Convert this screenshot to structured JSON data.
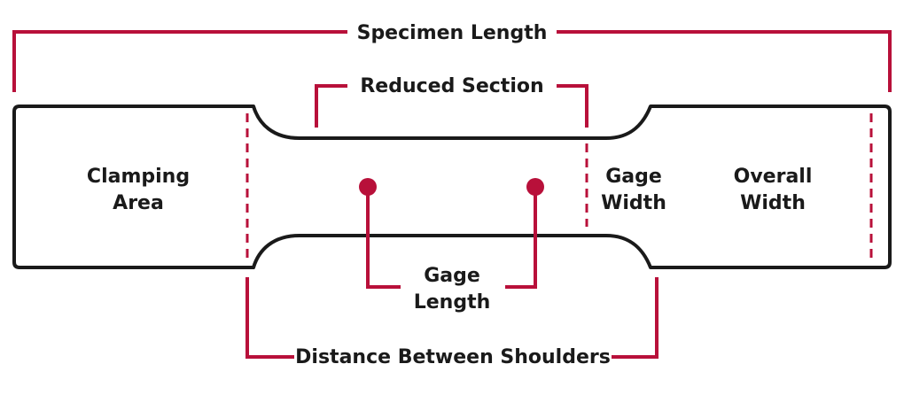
{
  "colors": {
    "accent": "#b8103a",
    "outline": "#1a1a1a"
  },
  "labels": {
    "specimen_length": "Specimen Length",
    "reduced_section": "Reduced Section",
    "clamping_area": [
      "Clamping",
      "Area"
    ],
    "gage_width": [
      "Gage",
      "Width"
    ],
    "overall_width": [
      "Overall",
      "Width"
    ],
    "gage_length": [
      "Gage",
      "Length"
    ],
    "distance_between_shoulders": "Distance Between Shoulders"
  }
}
